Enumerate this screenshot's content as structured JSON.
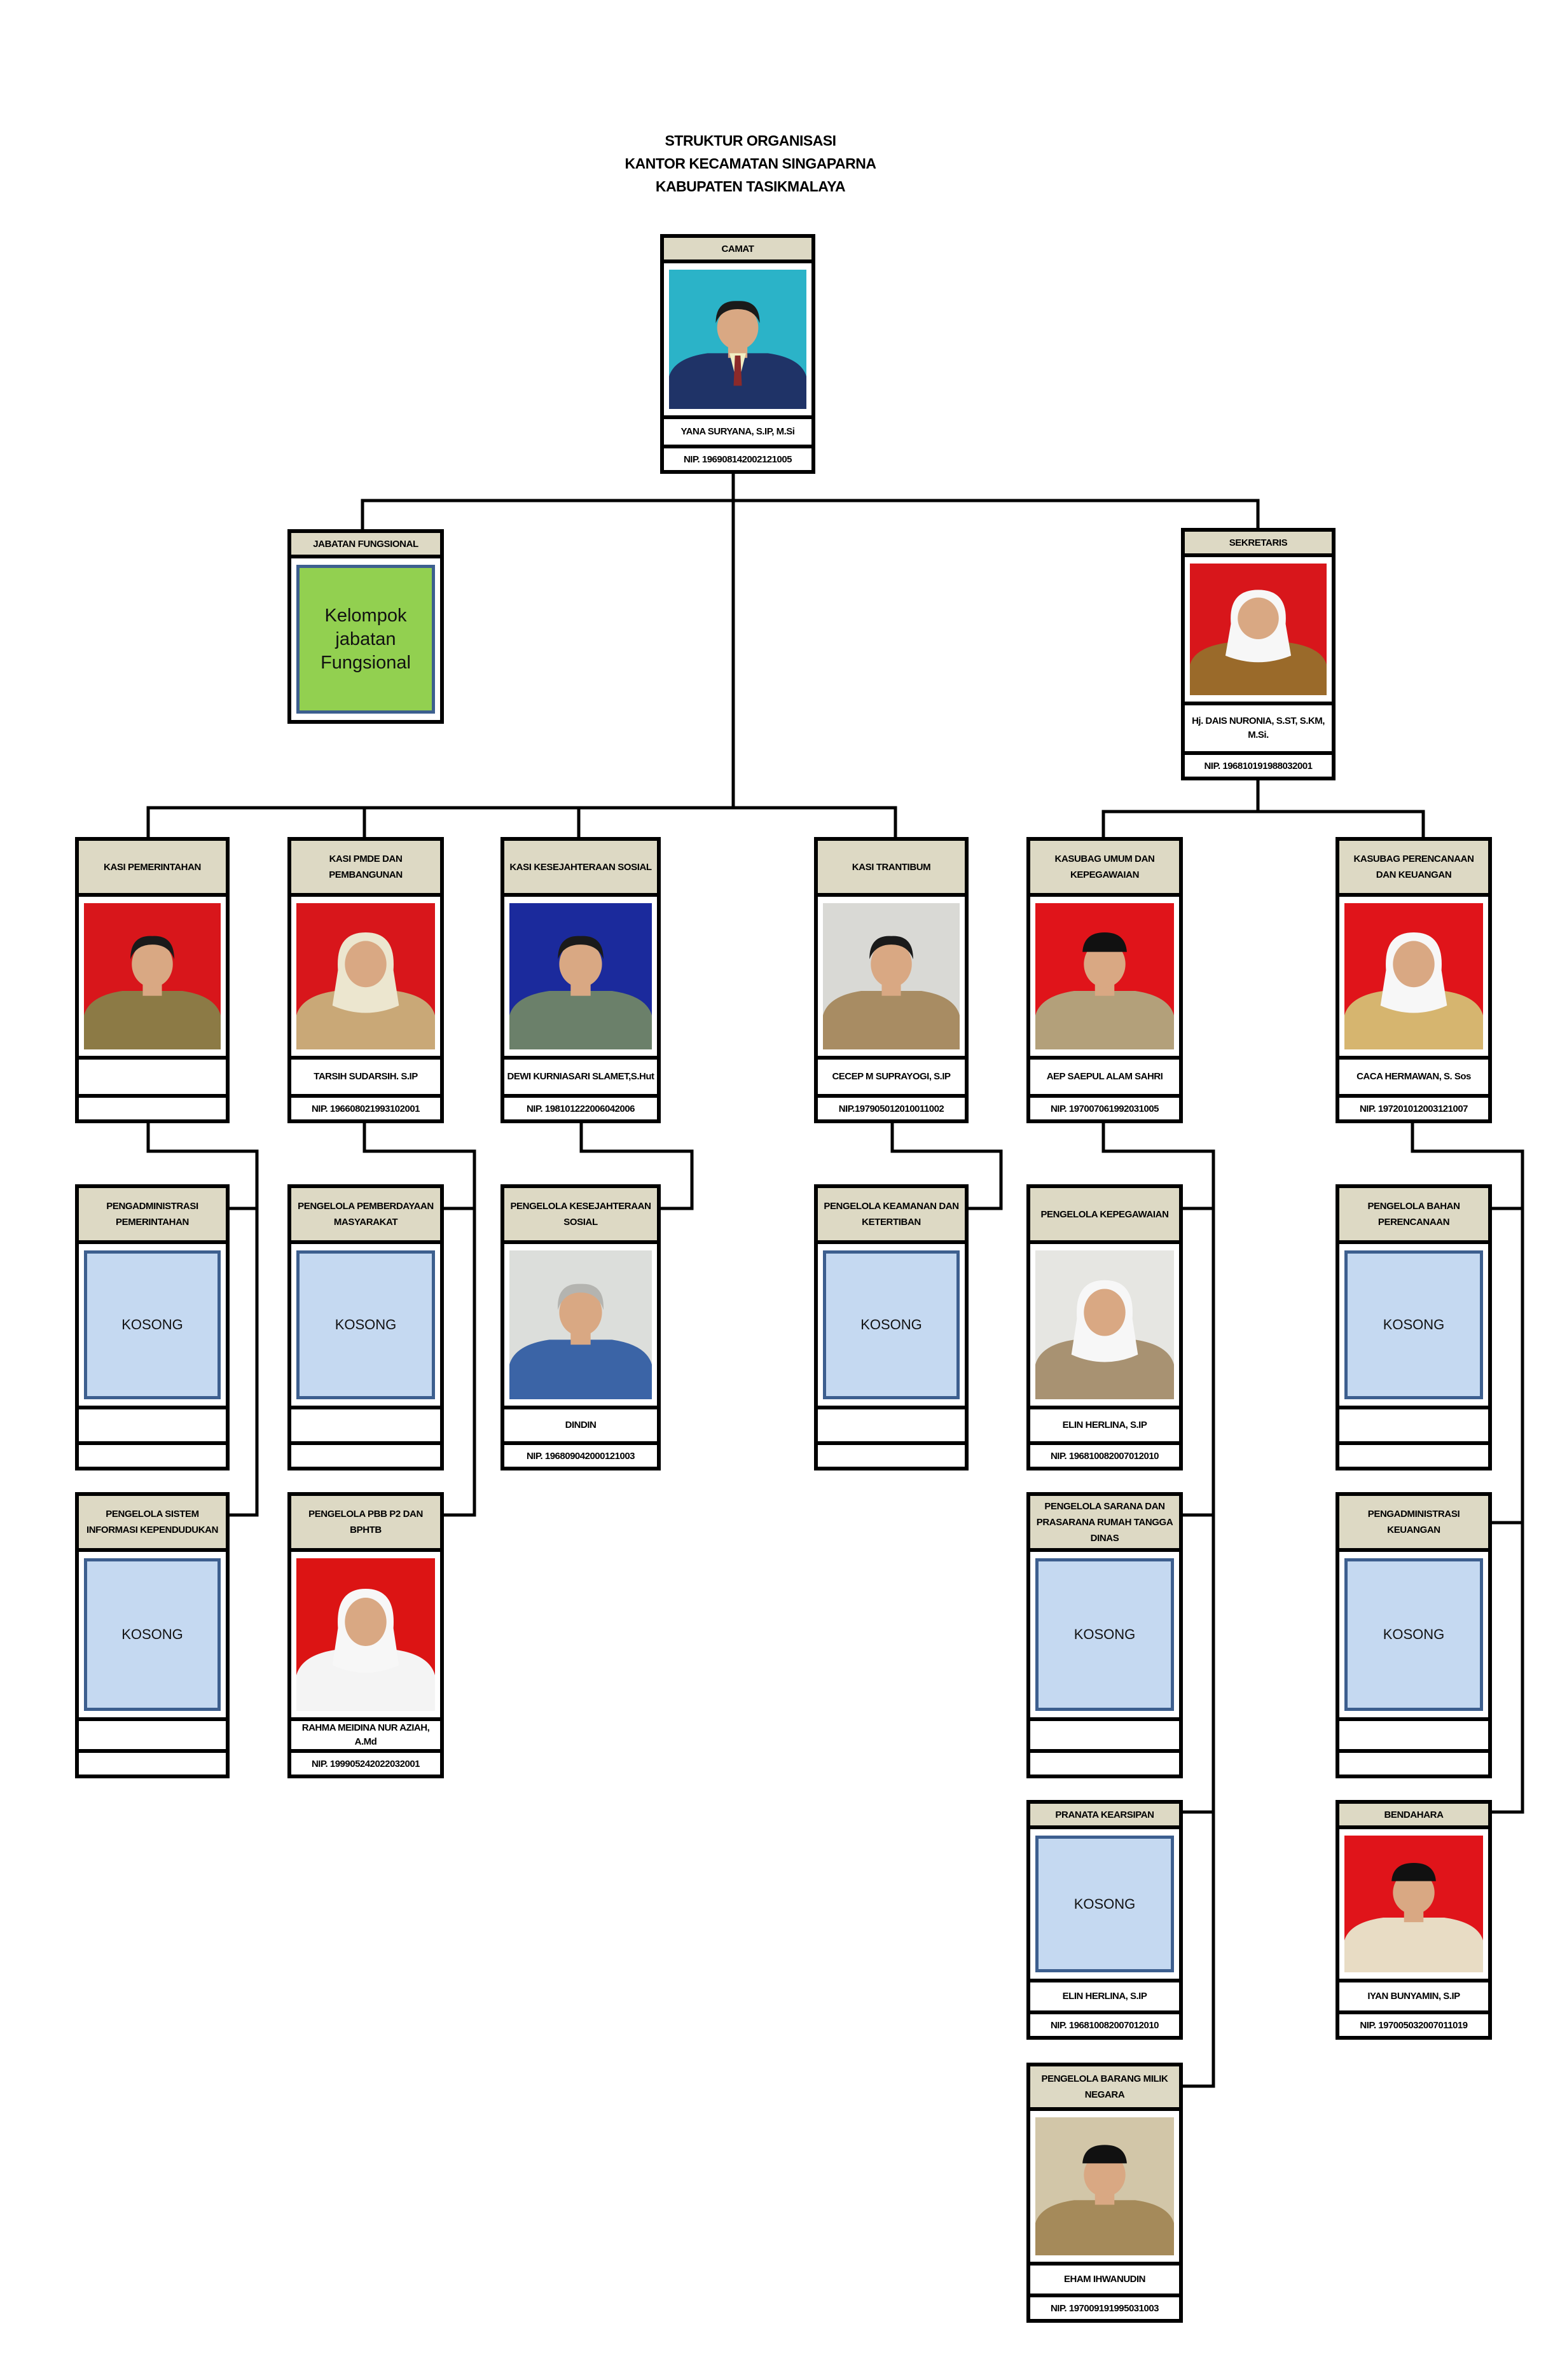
{
  "header": {
    "line1": "STRUKTUR ORGANISASI",
    "line2": "KANTOR KECAMATAN  SINGAPARNA",
    "line3": "KABUPATEN TASIKMALAYA"
  },
  "colors": {
    "header_fill": "#ddd9c4",
    "vacant_fill": "#c5d9f1",
    "fungsional_fill": "#92d050"
  },
  "cards": {
    "camat": {
      "title": "CAMAT",
      "name": "YANA SURYANA, S.IP, M.Si",
      "nip": "NIP. 196908142002121005",
      "photo": {
        "bg": "#2bb3c8",
        "cloth": "#1f3367",
        "style": "suit"
      }
    },
    "jabatan_fungsional": {
      "title": "JABATAN FUNGSIONAL",
      "box_label": "Kelompok jabatan Fungsional"
    },
    "sekretaris": {
      "title": "SEKRETARIS",
      "name": "Hj. DAIS NURONIA, S.ST, S.KM, M.Si.",
      "nip": "NIP. 196810191988032001",
      "photo": {
        "bg": "#d8161b",
        "cloth": "#9a6a2a",
        "style": "hijab"
      }
    },
    "kasi_pemerintahan": {
      "title": "KASI PEMERINTAHAN",
      "name": "",
      "nip": "",
      "photo": {
        "bg": "#d8161b",
        "cloth": "#8c7a45",
        "style": "man"
      }
    },
    "kasi_pmde": {
      "title": "KASI PMDE DAN PEMBANGUNAN",
      "name": "TARSIH SUDARSIH. S.IP",
      "nip": "NIP. 196608021993102001",
      "photo": {
        "bg": "#d8161b",
        "cloth": "#c9a877",
        "style": "hijab-cream"
      }
    },
    "kasi_kesos": {
      "title": "KASI KESEJAHTERAAN SOSIAL",
      "name": "DEWI KURNIASARI SLAMET,S.Hut",
      "nip": "NIP. 198101222006042006",
      "photo": {
        "bg": "#1b2a9c",
        "cloth": "#6b806a",
        "style": "man"
      }
    },
    "kasi_trantibum": {
      "title": "KASI TRANTIBUM",
      "name": "CECEP M SUPRAYOGI, S.IP",
      "nip": "NIP.197905012010011002",
      "photo": {
        "bg": "#d9d9d5",
        "cloth": "#a88c63",
        "style": "man"
      }
    },
    "kasubag_umum": {
      "title": "KASUBAG UMUM DAN KEPEGAWAIAN",
      "name": "AEP SAEPUL ALAM SAHRI",
      "nip": "NIP. 197007061992031005",
      "photo": {
        "bg": "#e0141a",
        "cloth": "#b3a07a",
        "style": "cap"
      }
    },
    "kasubag_perencanaan": {
      "title": "KASUBAG PERENCANAAN DAN KEUANGAN",
      "name": "CACA HERMAWAN, S. Sos",
      "nip": "NIP. 197201012003121007",
      "photo": {
        "bg": "#e0141a",
        "cloth": "#d6b56f",
        "style": "hijab"
      }
    },
    "pengadministrasi_pemerintahan": {
      "title": "PENGADMINISTRASI PEMERINTAHAN",
      "vacant": "KOSONG",
      "name": "",
      "nip": ""
    },
    "pengelola_pemberdayaan": {
      "title": "PENGELOLA PEMBERDAYAAN MASYARAKAT",
      "vacant": "KOSONG",
      "name": "",
      "nip": ""
    },
    "pengelola_kesos": {
      "title": "PENGELOLA KESEJAHTERAAN SOSIAL",
      "name": "DINDIN",
      "nip": "NIP. 196809042000121003",
      "photo": {
        "bg": "#dcdedb",
        "cloth": "#3b64a6",
        "style": "grey"
      }
    },
    "pengelola_keamanan": {
      "title": "PENGELOLA KEAMANAN DAN KETERTIBAN",
      "vacant": "KOSONG",
      "name": "",
      "nip": ""
    },
    "pengelola_kepegawaian": {
      "title": "PENGELOLA KEPEGAWAIAN",
      "name": "ELIN HERLINA, S.IP",
      "nip": "NIP. 196810082007012010",
      "photo": {
        "bg": "#e6e6e2",
        "cloth": "#a89272",
        "style": "hijab"
      }
    },
    "pengelola_bahan_perencanaan": {
      "title": "PENGELOLA BAHAN PERENCANAAN",
      "vacant": "KOSONG",
      "name": "",
      "nip": ""
    },
    "pengelola_sistem_informasi": {
      "title": "PENGELOLA SISTEM INFORMASI KEPENDUDUKAN",
      "vacant": "KOSONG",
      "name": "",
      "nip": ""
    },
    "pengelola_pbb": {
      "title": "PENGELOLA PBB P2 DAN BPHTB",
      "name": "RAHMA MEIDINA NUR AZIAH, A.Md",
      "nip": "NIP. 199905242022032001",
      "photo": {
        "bg": "#dc1414",
        "cloth": "#f4f4f4",
        "style": "hijab"
      }
    },
    "pengelola_sarana": {
      "title": "PENGELOLA SARANA DAN PRASARANA RUMAH TANGGA DINAS",
      "vacant": "KOSONG",
      "name": "",
      "nip": ""
    },
    "pengadministrasi_keuangan": {
      "title": "PENGADMINISTRASI KEUANGAN",
      "vacant": "KOSONG",
      "name": "",
      "nip": ""
    },
    "pranata_kearsipan": {
      "title": "PRANATA KEARSIPAN",
      "vacant": "KOSONG",
      "name": "ELIN HERLINA, S.IP",
      "nip": "NIP. 196810082007012010"
    },
    "bendahara": {
      "title": "BENDAHARA",
      "name": "IYAN BUNYAMIN, S.IP",
      "nip": "NIP. 197005032007011019",
      "photo": {
        "bg": "#e0141a",
        "cloth": "#e8dcc4",
        "style": "cap"
      }
    },
    "pengelola_barang": {
      "title": "PENGELOLA BARANG MILIK NEGARA",
      "name": "EHAM IHWANUDIN",
      "nip": "NIP. 197009191995031003",
      "photo": {
        "bg": "#d2c6a8",
        "cloth": "#a58a5a",
        "style": "cap"
      }
    }
  }
}
